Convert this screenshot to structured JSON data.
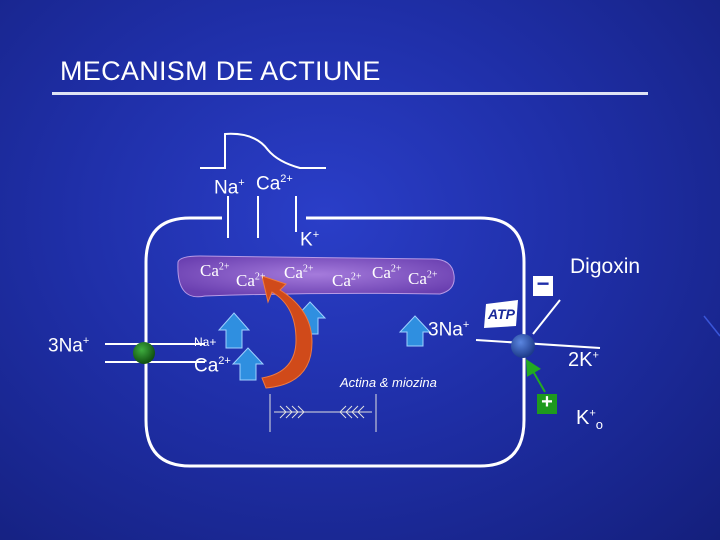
{
  "title": "MECANISM DE ACTIUNE",
  "diagram": {
    "top_na": "Na",
    "top_na_sup": "+",
    "top_ca": "Ca",
    "top_ca_sup": "2+",
    "k_label": "K",
    "k_sup": "+",
    "sr_ca": [
      {
        "base": "Ca",
        "sup": "2+"
      },
      {
        "base": "Ca",
        "sup": "2+"
      },
      {
        "base": "Ca",
        "sup": "2+"
      },
      {
        "base": "Ca",
        "sup": "2+"
      },
      {
        "base": "Ca",
        "sup": "2+"
      },
      {
        "base": "Ca",
        "sup": "2+"
      }
    ],
    "exchanger_na": "3Na",
    "exchanger_na_sup": "+",
    "inner_na": "Na+",
    "inner_ca": "Ca",
    "inner_ca_sup": "2+",
    "pump_na": "3Na",
    "pump_na_sup": "+",
    "atp": "ATP",
    "digoxin": "Digoxin",
    "minus_sign": "−",
    "plus_sign": "+",
    "k_out": "2K",
    "k_out_sup": "+",
    "ko": "K",
    "ko_sup": "+",
    "ko_sub": "o",
    "actin_label": "Actina & miozina"
  },
  "colors": {
    "membrane": "#ffffff",
    "sr_fill": "#8a5cc8",
    "arrow_blue": "#2f8fe0",
    "curved_arrow": "#d04a1a",
    "green_node": "#1d7a1d",
    "blue_node": "#2e5ab8",
    "green_arrow": "#22aa22"
  }
}
